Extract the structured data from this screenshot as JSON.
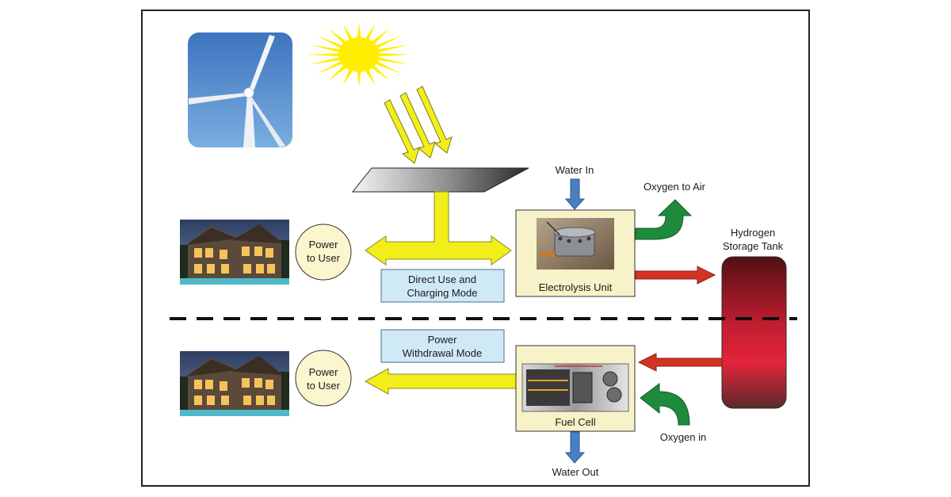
{
  "labels": {
    "water_in": "Water In",
    "oxygen_to_air": "Oxygen to Air",
    "hydrogen_line1": "Hydrogen",
    "hydrogen_line2": "Storage Tank",
    "power_top_line1": "Power",
    "power_top_line2": "to User",
    "direct_use_line1": "Direct Use and",
    "direct_use_line2": "Charging Mode",
    "electrolysis_unit": "Electrolysis Unit",
    "power_withdrawal_line1": "Power",
    "power_withdrawal_line2": "Withdrawal Mode",
    "power_bottom_line1": "Power",
    "power_bottom_line2": "to User",
    "fuel_cell": "Fuel Cell",
    "oxygen_in": "Oxygen in",
    "water_out": "Water Out"
  },
  "colors": {
    "frame_border": "#222222",
    "yellow_arrow": "#f2ee1a",
    "yellow_stroke": "#8a8a2a",
    "unit_fill": "#f7f2c8",
    "mode_box_fill": "#cfe9f7",
    "circle_fill": "#fbf6cd",
    "green_arrow": "#1e8a3c",
    "red_arrow": "#d43324",
    "blue_arrow": "#4a7fc4",
    "tank_top": "#5a1218",
    "tank_mid": "#e0253a",
    "sun": "#ffee00",
    "sky": "#4a82c8"
  },
  "icons": {
    "wind_turbine": "wind-turbine-photo",
    "sun": "sun-icon",
    "solar_panel": "solar-panel-icon",
    "house_top": "house-photo",
    "house_bottom": "house-photo",
    "electrolyzer": "electrolyzer-photo",
    "fuel_cell": "fuel-cell-photo"
  }
}
